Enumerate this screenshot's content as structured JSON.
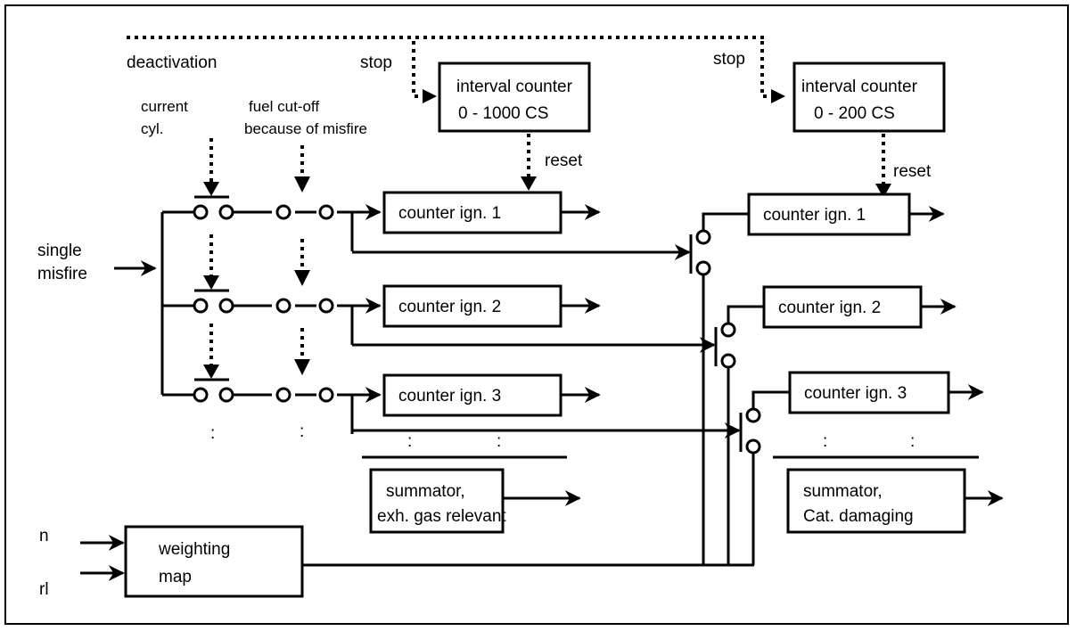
{
  "diagram": {
    "colors": {
      "line": "#000000",
      "background": "#ffffff"
    },
    "labels": {
      "deactivation": "deactivation",
      "stop_1": "stop",
      "stop_2": "stop",
      "reset_1": "reset",
      "reset_2": "reset",
      "current_cyl_line1": "current",
      "current_cyl_line2": "cyl.",
      "fuel_cutoff_line1": "fuel cut-off",
      "fuel_cutoff_line2": "because of misfire",
      "single_misfire_line1": "single",
      "single_misfire_line2": "misfire",
      "input_n": "n",
      "input_rl": "rl",
      "ellipsis": ":"
    },
    "blocks": {
      "interval_counter_1": {
        "line1": "interval counter",
        "line2": "0 - 1000 CS"
      },
      "interval_counter_2": {
        "line1": "interval counter",
        "line2": "0 - 200 CS"
      },
      "left_counters": [
        "counter ign. 1",
        "counter ign. 2",
        "counter ign. 3"
      ],
      "right_counters": [
        "counter ign. 1",
        "counter ign. 2",
        "counter ign. 3"
      ],
      "summator_left": {
        "line1": "summator,",
        "line2": "exh. gas relevant"
      },
      "summator_right": {
        "line1": "summator,",
        "line2": "Cat. damaging"
      },
      "weighting_map": {
        "line1": "weighting",
        "line2": "map"
      }
    }
  }
}
